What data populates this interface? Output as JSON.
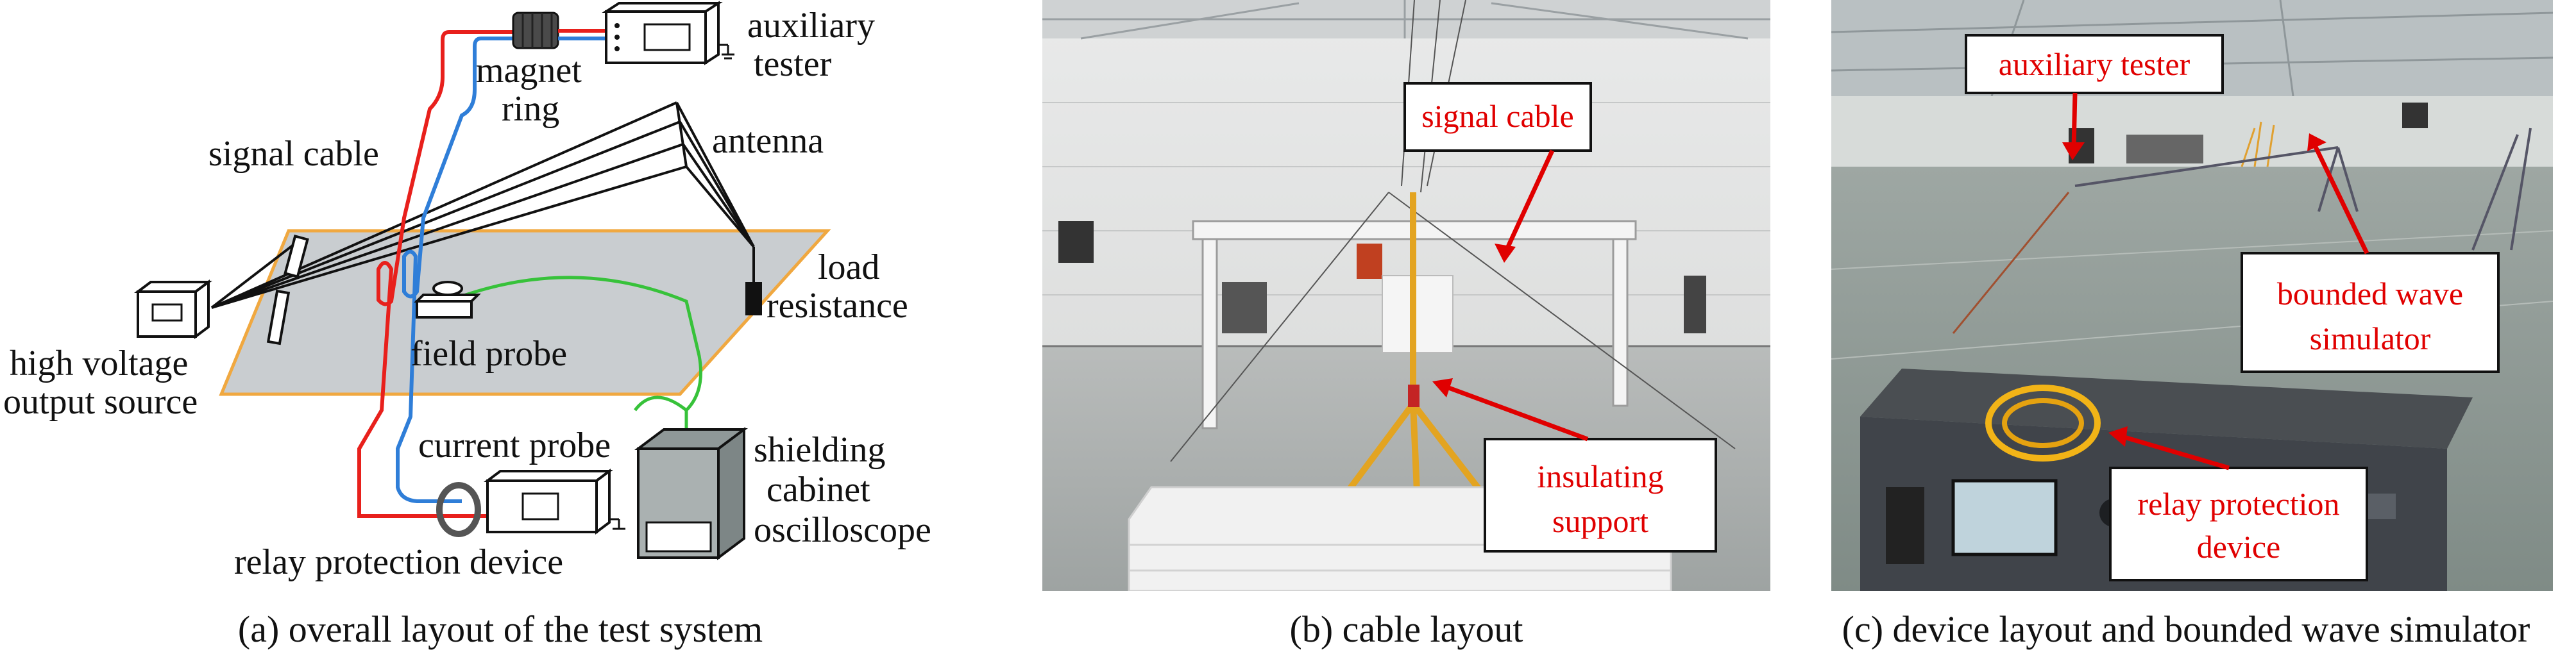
{
  "panel_a": {
    "labels": {
      "auxiliary": "auxiliary",
      "tester": "tester",
      "magnet": "magnet",
      "ring": "ring",
      "signal_cable": "signal cable",
      "antenna": "antenna",
      "load": "load",
      "resistance": "resistance",
      "field_probe": "field probe",
      "high_voltage": "high voltage",
      "output_source": "output source",
      "current_probe": "current probe",
      "shielding": "shielding",
      "cabinet": "cabinet",
      "oscilloscope": "oscilloscope",
      "relay_device": "relay protection device"
    },
    "caption": "(a) overall layout of the test system"
  },
  "panel_b": {
    "labels": {
      "signal_cable": "signal cable",
      "insulating": "insulating",
      "support": "support"
    },
    "caption": "(b) cable layout"
  },
  "panel_c": {
    "labels": {
      "auxiliary_tester": "auxiliary tester",
      "bounded_wave": "bounded wave",
      "simulator": "simulator",
      "relay_protection": "relay protection",
      "device": "device"
    },
    "caption": "(c) device layout and bounded wave simulator"
  },
  "colors": {
    "red_cable": "#e8201c",
    "blue_cable": "#2f7ed8",
    "green_cable": "#37c23a",
    "plane_fill": "#c9cdd0",
    "plane_edge": "#f0a840",
    "annotation_red": "#e00000"
  }
}
